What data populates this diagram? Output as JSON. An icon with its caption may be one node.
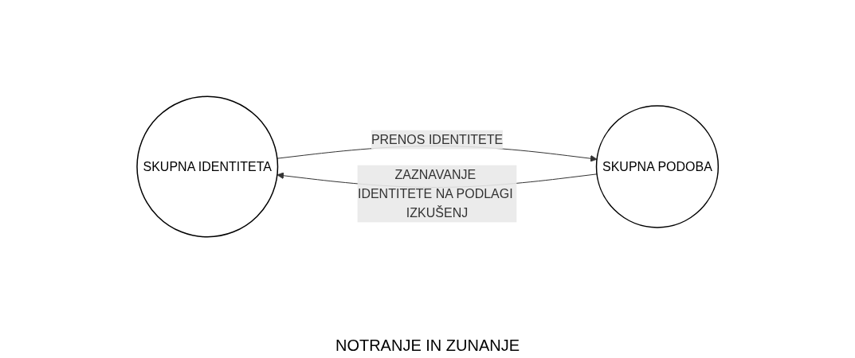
{
  "diagram": {
    "nodes": [
      {
        "text": [
          "SKUPNA IDENTITETA"
        ]
      },
      {
        "text": [
          "SKUPNA PODOBA"
        ]
      }
    ],
    "edges": [
      {
        "from": 0,
        "to": 1,
        "arrow": "to",
        "label": "PRENOS IDENTITETE"
      },
      {
        "from": 1,
        "to": 0,
        "arrow": "to",
        "label": "ZAZNAVANJE IDENTITETE NA PODLAGI IZKUŠENJ"
      }
    ],
    "labels": [
      "NOTRANJE IN ZUNANJE"
    ]
  }
}
